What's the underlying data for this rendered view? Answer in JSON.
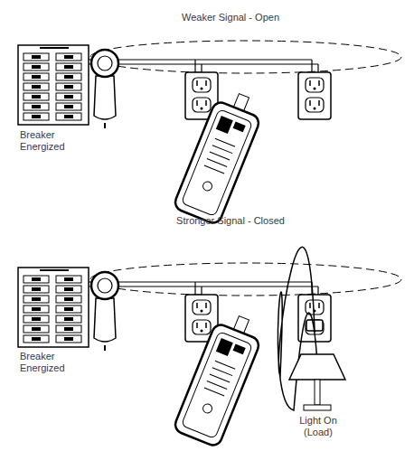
{
  "diagram": {
    "labels": [
      "Weaker Signal - Open",
      "Breaker Energized",
      "Stronger Signal - Closed",
      "Breaker Energized",
      "Light On (Load)"
    ]
  }
}
